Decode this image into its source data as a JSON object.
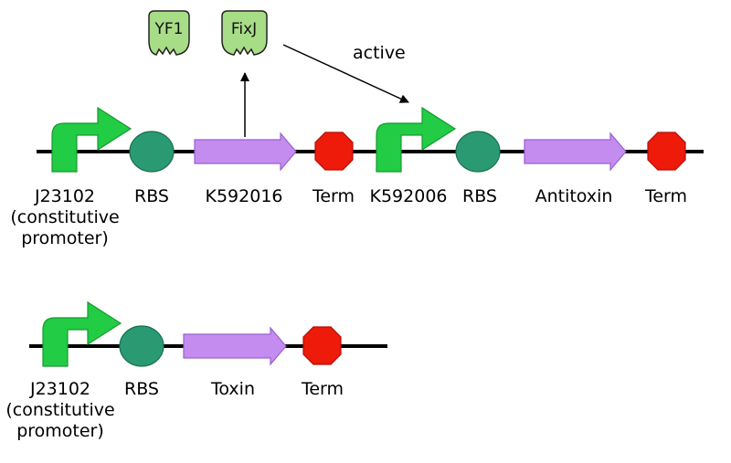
{
  "colors": {
    "promoter": "#22cc44",
    "rbs": "#2a9a72",
    "cds": "#c58cf0",
    "terminator": "#ee1a0a",
    "protein": "#a8dd88",
    "dna": "#000000"
  },
  "proteins": [
    {
      "label": "YF1"
    },
    {
      "label": "FixJ"
    }
  ],
  "annotation": {
    "active": "active"
  },
  "construct1": {
    "parts": [
      {
        "type": "promoter",
        "label_lines": [
          "J23102",
          "(constitutive",
          "promoter)"
        ]
      },
      {
        "type": "rbs",
        "label": "RBS"
      },
      {
        "type": "cds",
        "label": "K592016"
      },
      {
        "type": "terminator",
        "label": "Term"
      },
      {
        "type": "promoter",
        "label": "K592006"
      },
      {
        "type": "rbs",
        "label": "RBS"
      },
      {
        "type": "cds",
        "label": "Antitoxin"
      },
      {
        "type": "terminator",
        "label": "Term"
      }
    ]
  },
  "construct2": {
    "parts": [
      {
        "type": "promoter",
        "label_lines": [
          "J23102",
          "(constitutive",
          "promoter)"
        ]
      },
      {
        "type": "rbs",
        "label": "RBS"
      },
      {
        "type": "cds",
        "label": "Toxin"
      },
      {
        "type": "terminator",
        "label": "Term"
      }
    ]
  }
}
